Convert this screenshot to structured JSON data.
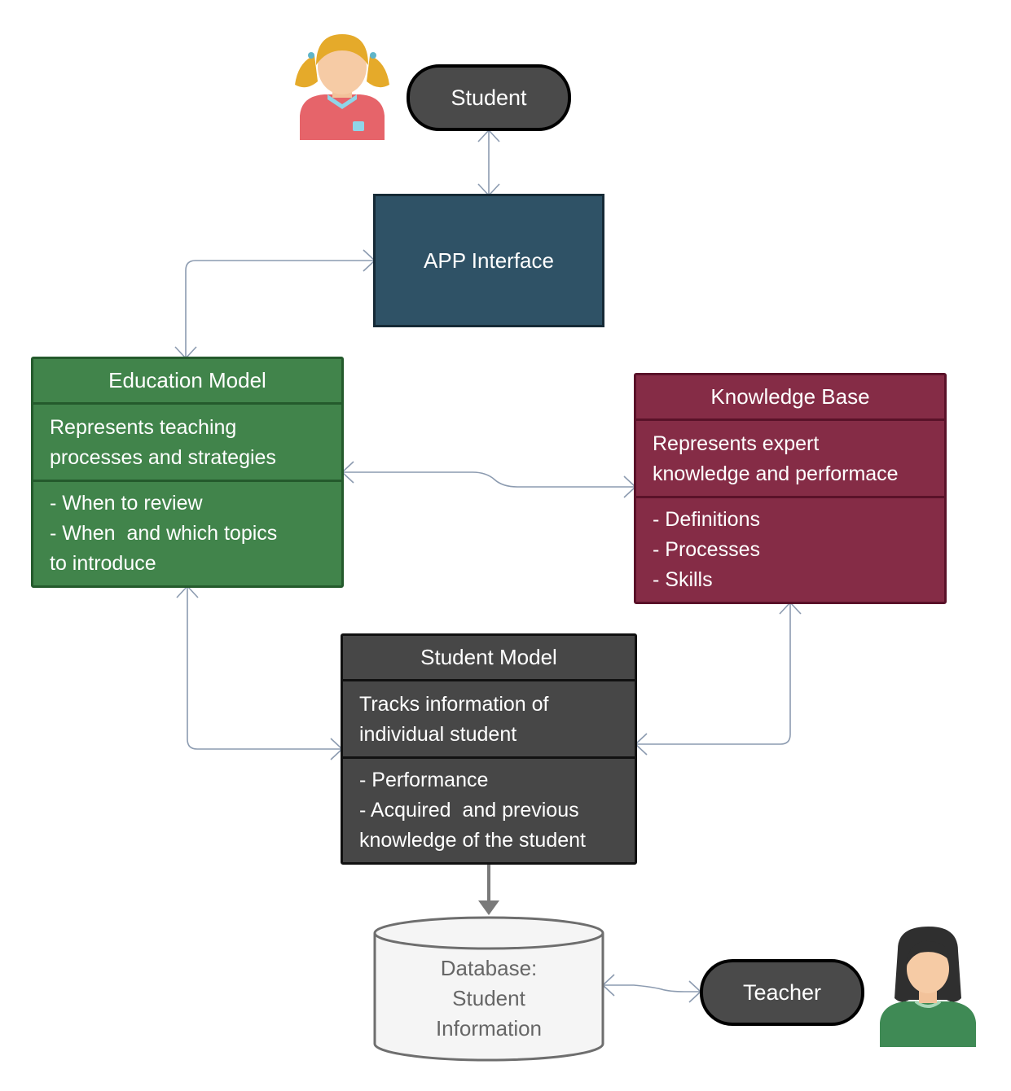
{
  "colors": {
    "connector": "#8c9bb0",
    "education": "#41844b",
    "knowledge": "#852c46",
    "student_model": "#474747",
    "interface": "#2f5266"
  },
  "student": {
    "icon": "girl-student-avatar-icon",
    "label": "Student"
  },
  "app_interface": {
    "label": "APP Interface"
  },
  "education_model": {
    "title": "Education Model",
    "description": [
      "Represents teaching",
      "processes and strategies"
    ],
    "items": [
      "- When to review",
      "- When  and which topics",
      "to introduce"
    ]
  },
  "knowledge_base": {
    "title": "Knowledge Base",
    "description": [
      "Represents expert",
      "knowledge and performace"
    ],
    "items": [
      "- Definitions",
      "- Processes",
      "- Skills"
    ]
  },
  "student_model": {
    "title": "Student Model",
    "description": [
      "Tracks information of",
      "individual student"
    ],
    "items": [
      "- Performance",
      "- Acquired  and previous",
      "knowledge of the student"
    ]
  },
  "database": {
    "icon": "database-cylinder-icon",
    "lines": [
      "Database:",
      "Student",
      "Information"
    ]
  },
  "teacher": {
    "icon": "woman-teacher-avatar-icon",
    "label": "Teacher"
  }
}
